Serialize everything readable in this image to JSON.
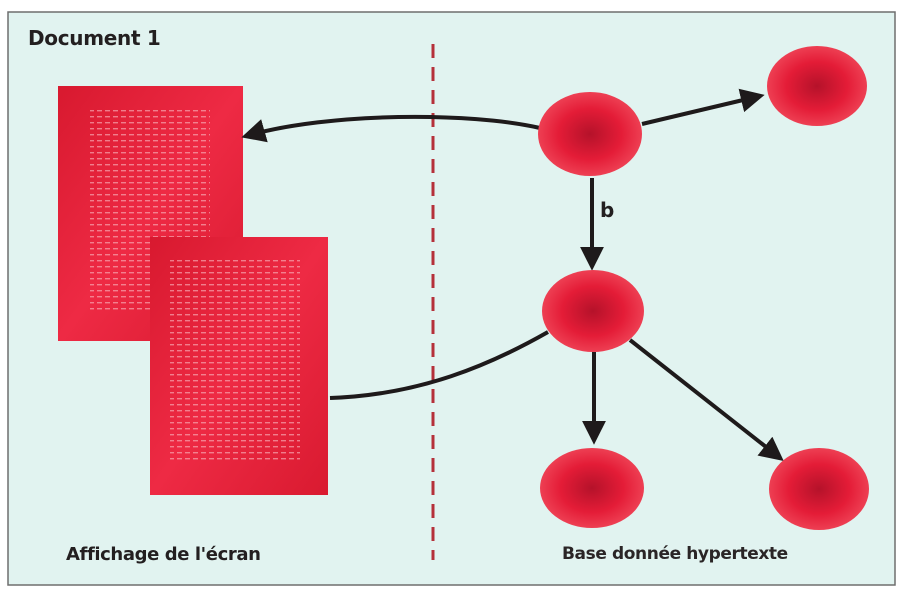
{
  "diagram": {
    "title": "Document 1",
    "left_caption": "Affichage de l'écran",
    "right_caption": "Base donnée hypertexte",
    "edge_label": "b",
    "colors": {
      "document": "#e8203a",
      "node": "#e41c37",
      "arrow": "#1e1a1b",
      "divider": "#b5303a",
      "background": "#e1f3f0"
    }
  }
}
